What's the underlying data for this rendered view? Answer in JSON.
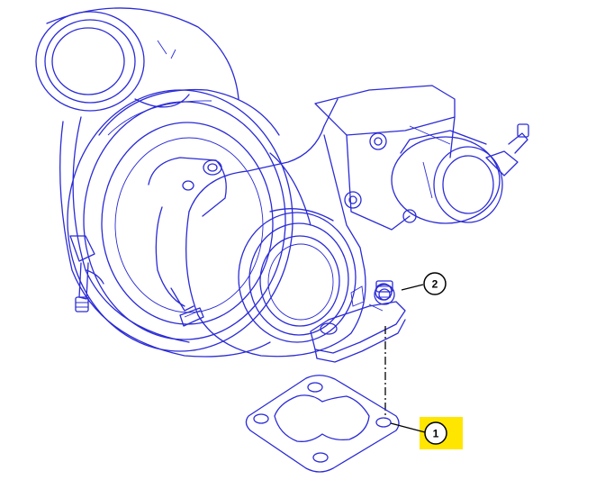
{
  "callouts": [
    {
      "id": "1",
      "label": "1",
      "highlighted": true
    },
    {
      "id": "2",
      "label": "2",
      "highlighted": false
    }
  ],
  "colors": {
    "line_art": "#2b2bd6",
    "leader": "#000000",
    "highlight": "#ffe600",
    "background": "#ffffff"
  }
}
